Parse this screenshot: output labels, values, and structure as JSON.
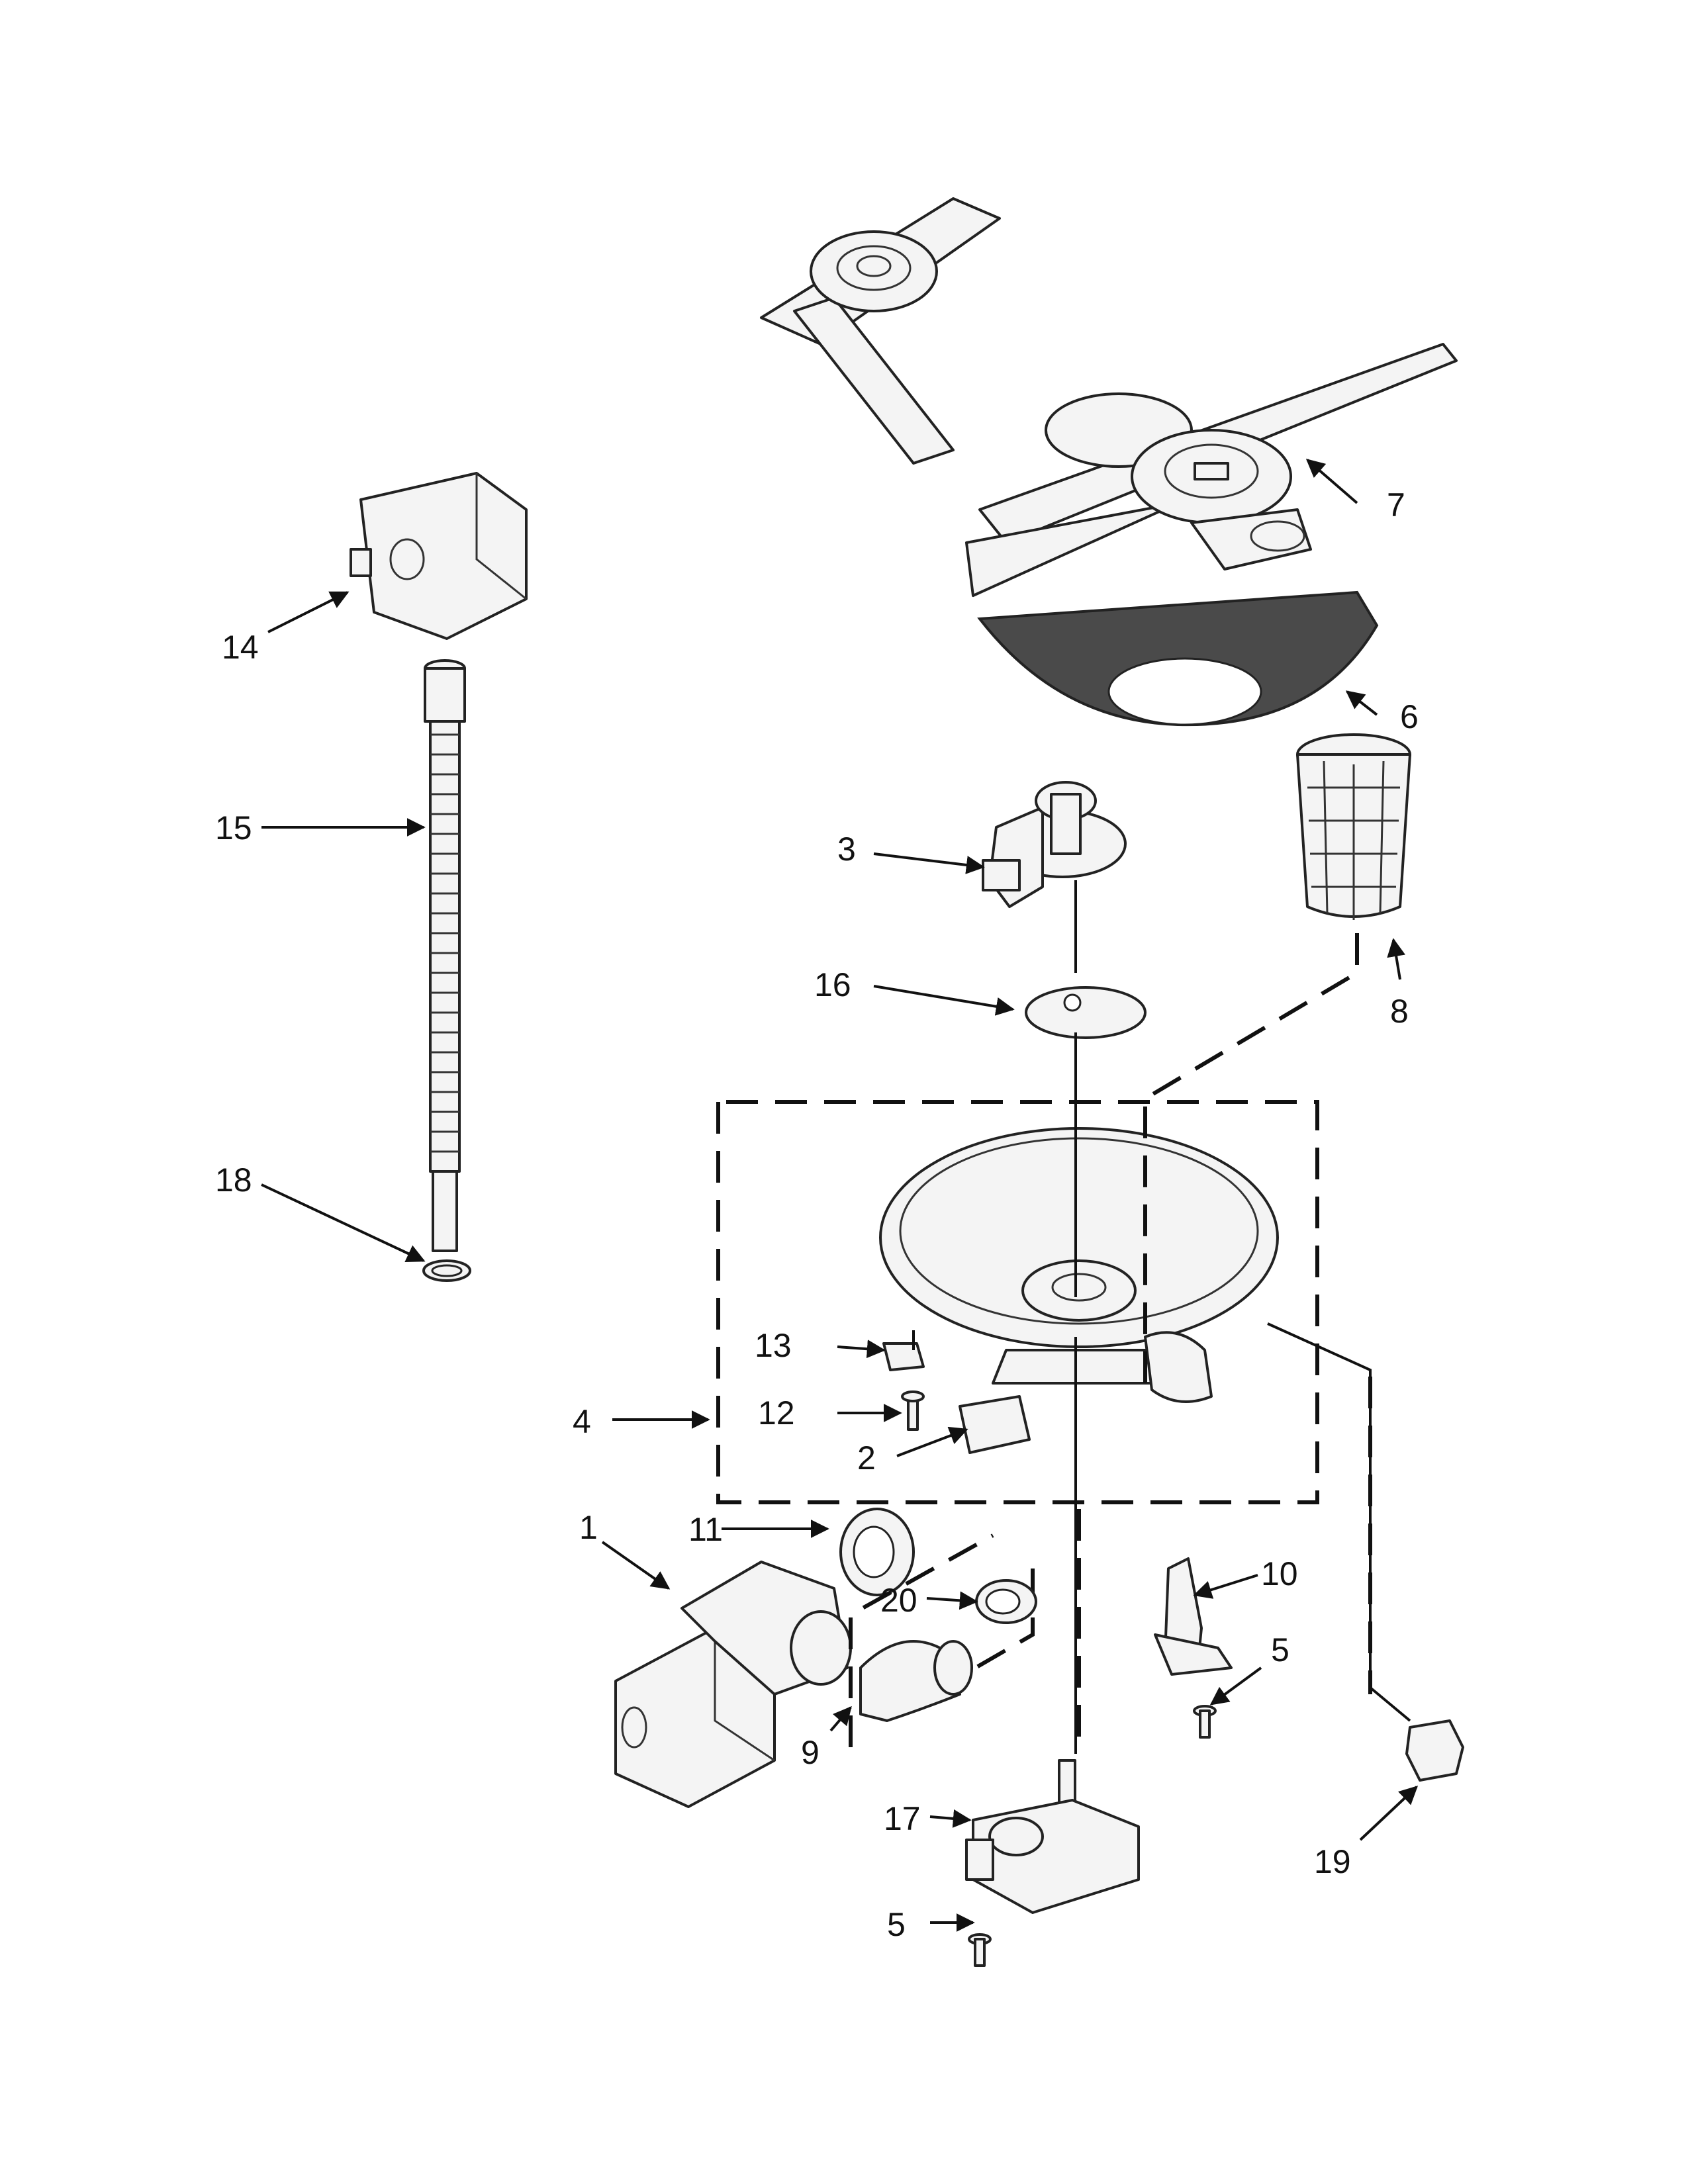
{
  "callouts": {
    "c1": "1",
    "c2": "2",
    "c3": "3",
    "c4": "4",
    "c5a": "5",
    "c5b": "5",
    "c6": "6",
    "c7": "7",
    "c8": "8",
    "c9": "9",
    "c10": "10",
    "c11": "11",
    "c12": "12",
    "c13": "13",
    "c14": "14",
    "c15": "15",
    "c16": "16",
    "c17": "17",
    "c18": "18",
    "c19": "19",
    "c20": "20"
  },
  "colors": {
    "line": "#111111",
    "part_fill": "#f4f4f4",
    "filter_fill": "#4a4a4a"
  }
}
